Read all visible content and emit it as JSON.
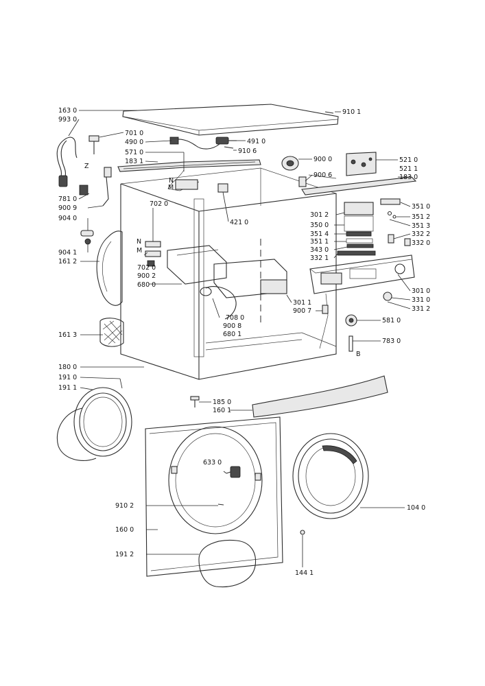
{
  "callouts": [
    {
      "id": "c1630",
      "text": "163 0"
    },
    {
      "id": "c9930",
      "text": "993 0"
    },
    {
      "id": "c7010",
      "text": "701 0"
    },
    {
      "id": "c4900",
      "text": "490 0"
    },
    {
      "id": "c5710",
      "text": "571 0"
    },
    {
      "id": "c1831a",
      "text": "183 1"
    },
    {
      "id": "c7810",
      "text": "781 0"
    },
    {
      "id": "c9009",
      "text": "900 9"
    },
    {
      "id": "c9040",
      "text": "904 0"
    },
    {
      "id": "c9041",
      "text": "904 1"
    },
    {
      "id": "c1612",
      "text": "161 2"
    },
    {
      "id": "c7020a",
      "text": "702 0"
    },
    {
      "id": "c7020b",
      "text": "702 0"
    },
    {
      "id": "c9002",
      "text": "900 2"
    },
    {
      "id": "c6800",
      "text": "680 0"
    },
    {
      "id": "c1613",
      "text": "161 3"
    },
    {
      "id": "c1800",
      "text": "180 0"
    },
    {
      "id": "c1910",
      "text": "191 0"
    },
    {
      "id": "c1911",
      "text": "191 1"
    },
    {
      "id": "c9101",
      "text": "910 1"
    },
    {
      "id": "c4910",
      "text": "491 0"
    },
    {
      "id": "c9106",
      "text": "910 6"
    },
    {
      "id": "c9000",
      "text": "900 0"
    },
    {
      "id": "c9006",
      "text": "900 6"
    },
    {
      "id": "c4210",
      "text": "421 0"
    },
    {
      "id": "c5210",
      "text": "521 0"
    },
    {
      "id": "c5211",
      "text": "521 1"
    },
    {
      "id": "c1830",
      "text": "183 0"
    },
    {
      "id": "c3510",
      "text": "351 0"
    },
    {
      "id": "c3512",
      "text": "351 2"
    },
    {
      "id": "c3513",
      "text": "351 3"
    },
    {
      "id": "c3012",
      "text": "301 2"
    },
    {
      "id": "c3500",
      "text": "350 0"
    },
    {
      "id": "c3514",
      "text": "351 4"
    },
    {
      "id": "c3511",
      "text": "351 1"
    },
    {
      "id": "c3430",
      "text": "343 0"
    },
    {
      "id": "c3321",
      "text": "332 1"
    },
    {
      "id": "c3322",
      "text": "332 2"
    },
    {
      "id": "c3320",
      "text": "332 0"
    },
    {
      "id": "c3010",
      "text": "301 0"
    },
    {
      "id": "c3310",
      "text": "331 0"
    },
    {
      "id": "c3312",
      "text": "331 2"
    },
    {
      "id": "c3011",
      "text": "301 1"
    },
    {
      "id": "c9007",
      "text": "900 7"
    },
    {
      "id": "c7080",
      "text": "708 0"
    },
    {
      "id": "c9008",
      "text": "900 8"
    },
    {
      "id": "c6801",
      "text": "680 1"
    },
    {
      "id": "c5810",
      "text": "581 0"
    },
    {
      "id": "c7830",
      "text": "783 0"
    },
    {
      "id": "c1850",
      "text": "185 0"
    },
    {
      "id": "c1601",
      "text": "160 1"
    },
    {
      "id": "c6330",
      "text": "633 0"
    },
    {
      "id": "c9102",
      "text": "910 2"
    },
    {
      "id": "c1600",
      "text": "160 0"
    },
    {
      "id": "c1912",
      "text": "191 2"
    },
    {
      "id": "c1040",
      "text": "104 0"
    },
    {
      "id": "c1441",
      "text": "144 1"
    }
  ],
  "markers": [
    {
      "id": "mZ",
      "text": "Z"
    },
    {
      "id": "mN1",
      "text": "N"
    },
    {
      "id": "mM1",
      "text": "M"
    },
    {
      "id": "mN2",
      "text": "N"
    },
    {
      "id": "mM2",
      "text": "M"
    },
    {
      "id": "mB",
      "text": "B"
    }
  ]
}
